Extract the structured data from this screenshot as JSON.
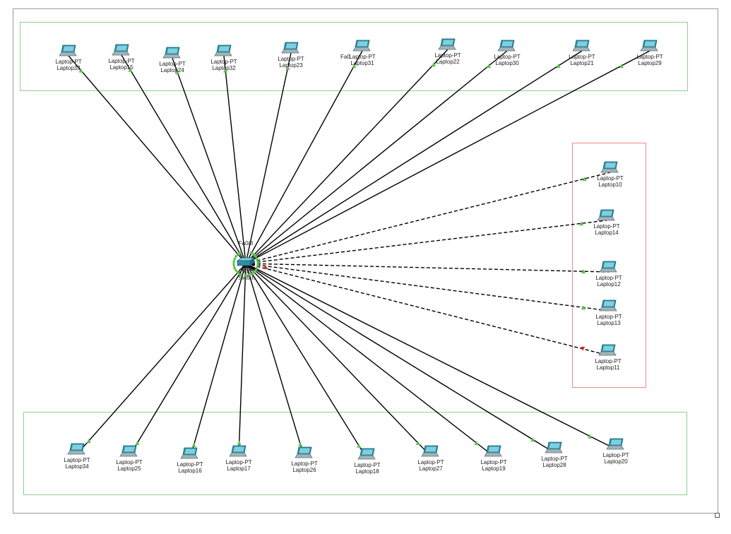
{
  "workspace": {
    "switch": {
      "model": "2960",
      "name": "Switch",
      "port_label": "Fa0/8"
    },
    "colors": {
      "link": "#000000",
      "link_up": "#5cc24a",
      "link_down": "#e02020",
      "green_area": "#8fd18a",
      "red_area": "#ef8a8a"
    },
    "top_devices": [
      {
        "type": "Laptop-PT",
        "name": "Laptop33",
        "status": "up"
      },
      {
        "type": "Laptop-PT",
        "name": "Laptop15",
        "status": "up"
      },
      {
        "type": "Laptop-PT",
        "name": "Laptop24",
        "status": "up"
      },
      {
        "type": "Laptop-PT",
        "name": "Laptop32",
        "status": "up"
      },
      {
        "type": "Laptop-PT",
        "name": "Laptop23",
        "status": "up"
      },
      {
        "type": "Laptop-PT",
        "name": "Laptop31",
        "status": "up",
        "port_label": "Fa0"
      },
      {
        "type": "Laptop-PT",
        "name": "Laptop22",
        "status": "up"
      },
      {
        "type": "Laptop-PT",
        "name": "Laptop30",
        "status": "up"
      },
      {
        "type": "Laptop-PT",
        "name": "Laptop21",
        "status": "up"
      },
      {
        "type": "Laptop-PT",
        "name": "Laptop29",
        "status": "up"
      }
    ],
    "right_devices": [
      {
        "type": "Laptop-PT",
        "name": "Laptop10",
        "status": "up"
      },
      {
        "type": "Laptop-PT",
        "name": "Laptop14",
        "status": "up"
      },
      {
        "type": "Laptop-PT",
        "name": "Laptop12",
        "status": "up"
      },
      {
        "type": "Laptop-PT",
        "name": "Laptop13",
        "status": "up"
      },
      {
        "type": "Laptop-PT",
        "name": "Laptop11",
        "status": "down"
      }
    ],
    "bottom_devices": [
      {
        "type": "Laptop-PT",
        "name": "Laptop34",
        "status": "up"
      },
      {
        "type": "Laptop-PT",
        "name": "Laptop25",
        "status": "up"
      },
      {
        "type": "Laptop-PT",
        "name": "Laptop16",
        "status": "up"
      },
      {
        "type": "Laptop-PT",
        "name": "Laptop17",
        "status": "up"
      },
      {
        "type": "Laptop-PT",
        "name": "Laptop26",
        "status": "up"
      },
      {
        "type": "Laptop-PT",
        "name": "Laptop18",
        "status": "up"
      },
      {
        "type": "Laptop-PT",
        "name": "Laptop27",
        "status": "up"
      },
      {
        "type": "Laptop-PT",
        "name": "Laptop19",
        "status": "up"
      },
      {
        "type": "Laptop-PT",
        "name": "Laptop28",
        "status": "up"
      },
      {
        "type": "Laptop-PT",
        "name": "Laptop20",
        "status": "up"
      }
    ],
    "icons": {
      "device": "laptop-icon",
      "switch": "switch-icon"
    }
  }
}
